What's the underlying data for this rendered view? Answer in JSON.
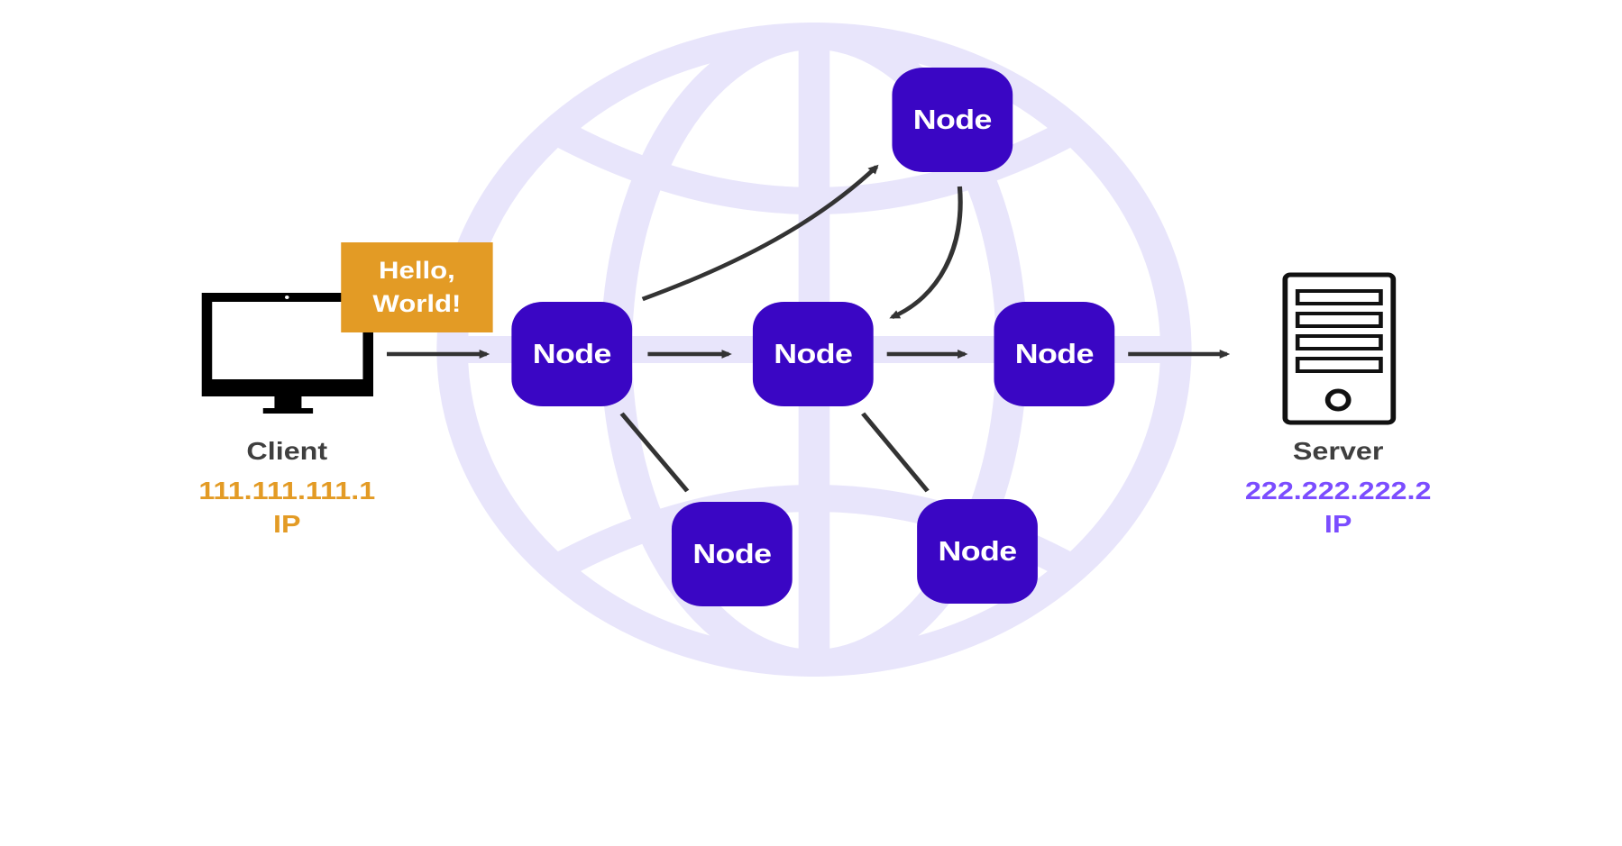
{
  "colors": {
    "node": "#3a06c4",
    "globe": "#e8e5fb",
    "arrow": "#333333",
    "message": "#e39b25",
    "client_ip": "#e39b25",
    "server_ip": "#7b4dff",
    "label": "#3f3f3f"
  },
  "message": {
    "line1": "Hello,",
    "line2": "World!"
  },
  "client": {
    "icon": "monitor-icon",
    "label": "Client",
    "ip": "111.111.111.1",
    "ip_word": "IP"
  },
  "server": {
    "icon": "server-tower-icon",
    "label": "Server",
    "ip": "222.222.222.2",
    "ip_word": "IP"
  },
  "nodes": [
    {
      "label": "Node"
    },
    {
      "label": "Node"
    },
    {
      "label": "Node"
    },
    {
      "label": "Node"
    },
    {
      "label": "Node"
    },
    {
      "label": "Node"
    }
  ]
}
